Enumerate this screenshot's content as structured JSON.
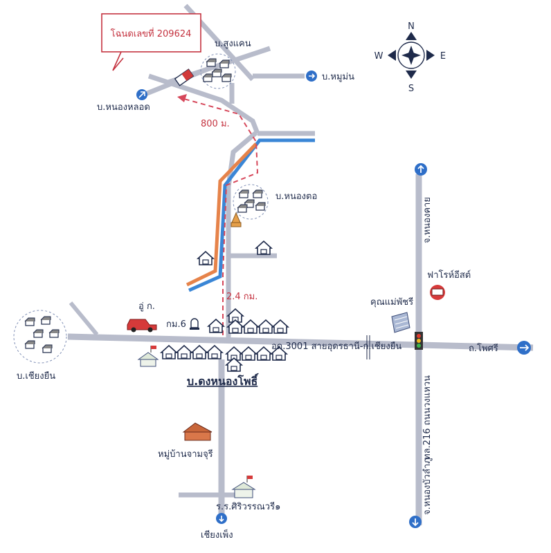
{
  "deed": {
    "title": "โฉนดเลขที่ 209624"
  },
  "compass": {
    "n": "N",
    "s": "S",
    "e": "E",
    "w": "W"
  },
  "villages": {
    "sung_khaen": "บ.สูงแคน",
    "mu_mon": "บ.หมูม่น",
    "nong_lot": "บ.หนองหลอด",
    "nong_to": "บ.หนองตอ",
    "chiang_yuen_w": "บ.เชียงยืน",
    "dong_nong_pho": "บ.ดงหนองโพธิ์"
  },
  "distances": {
    "d1": "800 ม.",
    "d2": "2.4 กม."
  },
  "places": {
    "garage": "อู่ ก.",
    "km6": "กม.6",
    "khun_mae": "คุณแม่พัชรี",
    "farm_house": "ฟาโรห์อีสต์",
    "estate": "หมู่บ้านจามจุรี",
    "school": "ร.ร.ศิริวรรณวรี๑",
    "chiang_phiang": "เชียงเพ็ง"
  },
  "roads": {
    "r3001": "อด.3001 สายอุดรธานี-ก.เชียงยืน",
    "to_phosri": "ถ.โพศรี",
    "to_nongkhai": "จ.หนองคาย",
    "r216": "ทล.216 ถนนวงแหวน",
    "to_nongbualamphu": "จ.หนองบัวลำภู"
  },
  "colors": {
    "road": "#b8bccb",
    "blue_road": "#3a86d6",
    "orange_road": "#e6834a",
    "route": "#d6475a",
    "sign": "#2f6fc8",
    "text": "#1e2a4a"
  }
}
